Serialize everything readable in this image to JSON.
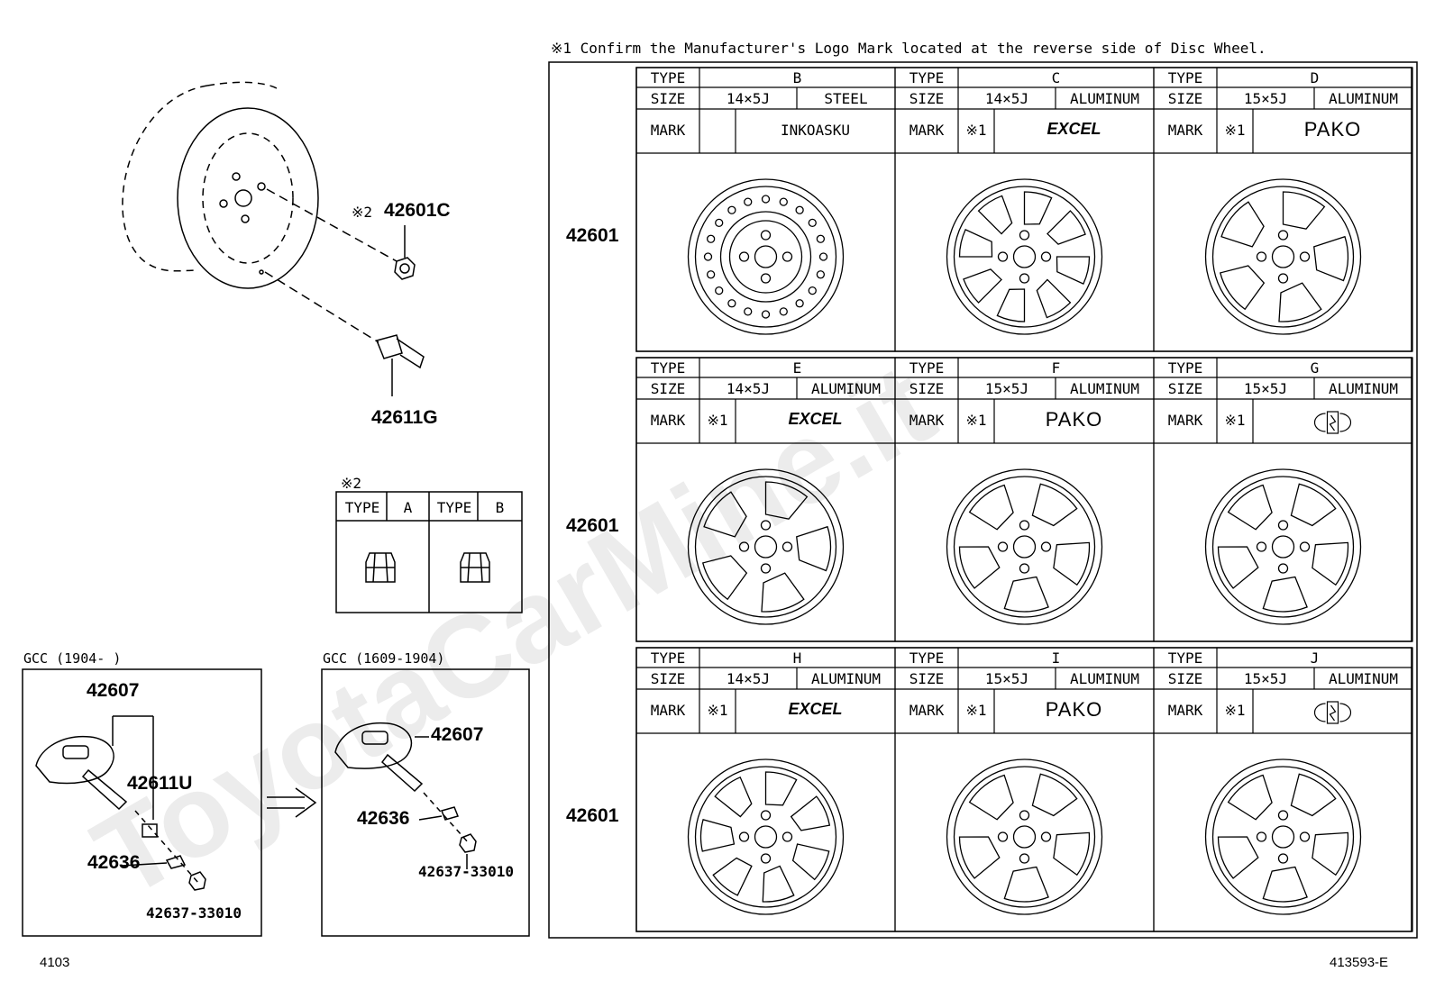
{
  "header_note": "※1  Confirm the Manufacturer's Logo Mark located at the reverse side of Disc Wheel.",
  "col_labels": {
    "type": "TYPE",
    "size": "SIZE",
    "mark": "MARK"
  },
  "row_part_label": "42601",
  "mark_ref": "※1",
  "wheels": [
    {
      "type": "B",
      "size": "14×5J",
      "material": "STEEL",
      "mark": "INKOASKU",
      "mark_ref": ""
    },
    {
      "type": "C",
      "size": "14×5J",
      "material": "ALUMINUM",
      "mark": "EXCEL",
      "mark_ref": "※1"
    },
    {
      "type": "D",
      "size": "15×5J",
      "material": "ALUMINUM",
      "mark": "PAKO",
      "mark_ref": "※1"
    },
    {
      "type": "E",
      "size": "14×5J",
      "material": "ALUMINUM",
      "mark": "EXCEL",
      "mark_ref": "※1"
    },
    {
      "type": "F",
      "size": "15×5J",
      "material": "ALUMINUM",
      "mark": "PAKO",
      "mark_ref": "※1"
    },
    {
      "type": "G",
      "size": "15×5J",
      "material": "ALUMINUM",
      "mark": "logo",
      "mark_ref": "※1"
    },
    {
      "type": "H",
      "size": "14×5J",
      "material": "ALUMINUM",
      "mark": "EXCEL",
      "mark_ref": "※1"
    },
    {
      "type": "I",
      "size": "15×5J",
      "material": "ALUMINUM",
      "mark": "PAKO",
      "mark_ref": "※1"
    },
    {
      "type": "J",
      "size": "15×5J",
      "material": "ALUMINUM",
      "mark": "logo",
      "mark_ref": "※1"
    }
  ],
  "parts": {
    "nut": "42601C",
    "nut_ref": "※2",
    "valve": "42611G",
    "sensor": "42607",
    "valve_u": "42611U",
    "grommet": "42636",
    "nut_sensor": "42637-33010"
  },
  "nut_table": {
    "title": "※2",
    "headers": [
      "TYPE",
      "A",
      "TYPE",
      "B"
    ]
  },
  "gcc_new": "GCC (1904-     )",
  "gcc_old": "GCC (1609-1904)",
  "footer_left": "4103",
  "footer_right": "413593-E",
  "watermark": "ToyotaCarMine.it"
}
